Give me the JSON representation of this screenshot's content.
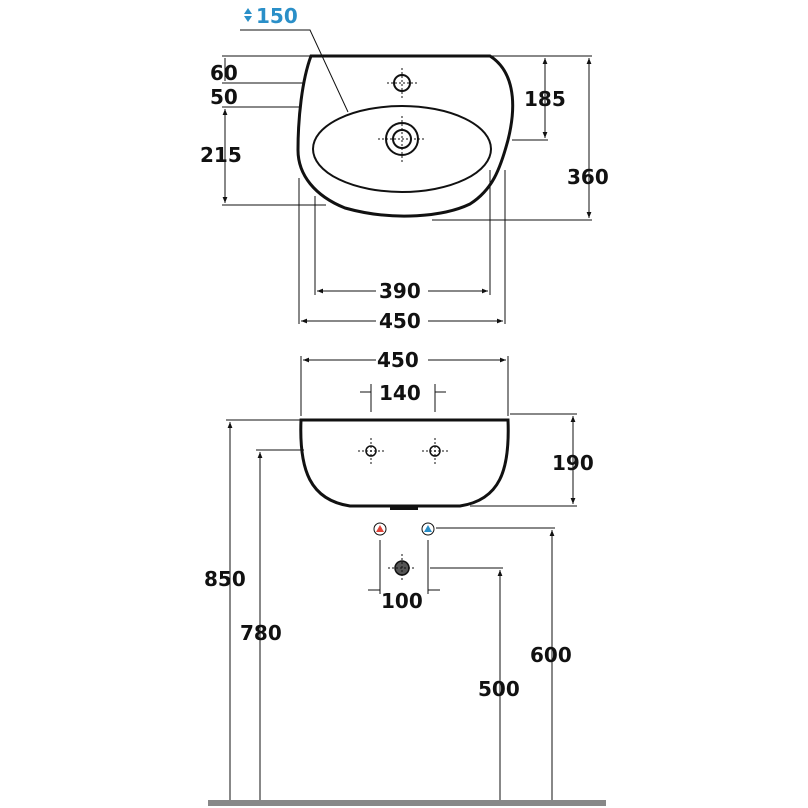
{
  "top_view": {
    "depth_label": "150",
    "dim_60": "60",
    "dim_50": "50",
    "dim_215": "215",
    "dim_185": "185",
    "dim_360": "360",
    "dim_390": "390",
    "dim_450": "450"
  },
  "front_view": {
    "dim_450": "450",
    "dim_140": "140",
    "dim_190": "190",
    "dim_850": "850",
    "dim_780": "780",
    "dim_100": "100",
    "dim_600": "600",
    "dim_500": "500"
  },
  "colors": {
    "line": "#111111",
    "depth_label": "#2a8fc8",
    "hot_marker": "#e0453a",
    "cold_marker": "#2a8fc8",
    "floor": "#888888"
  }
}
